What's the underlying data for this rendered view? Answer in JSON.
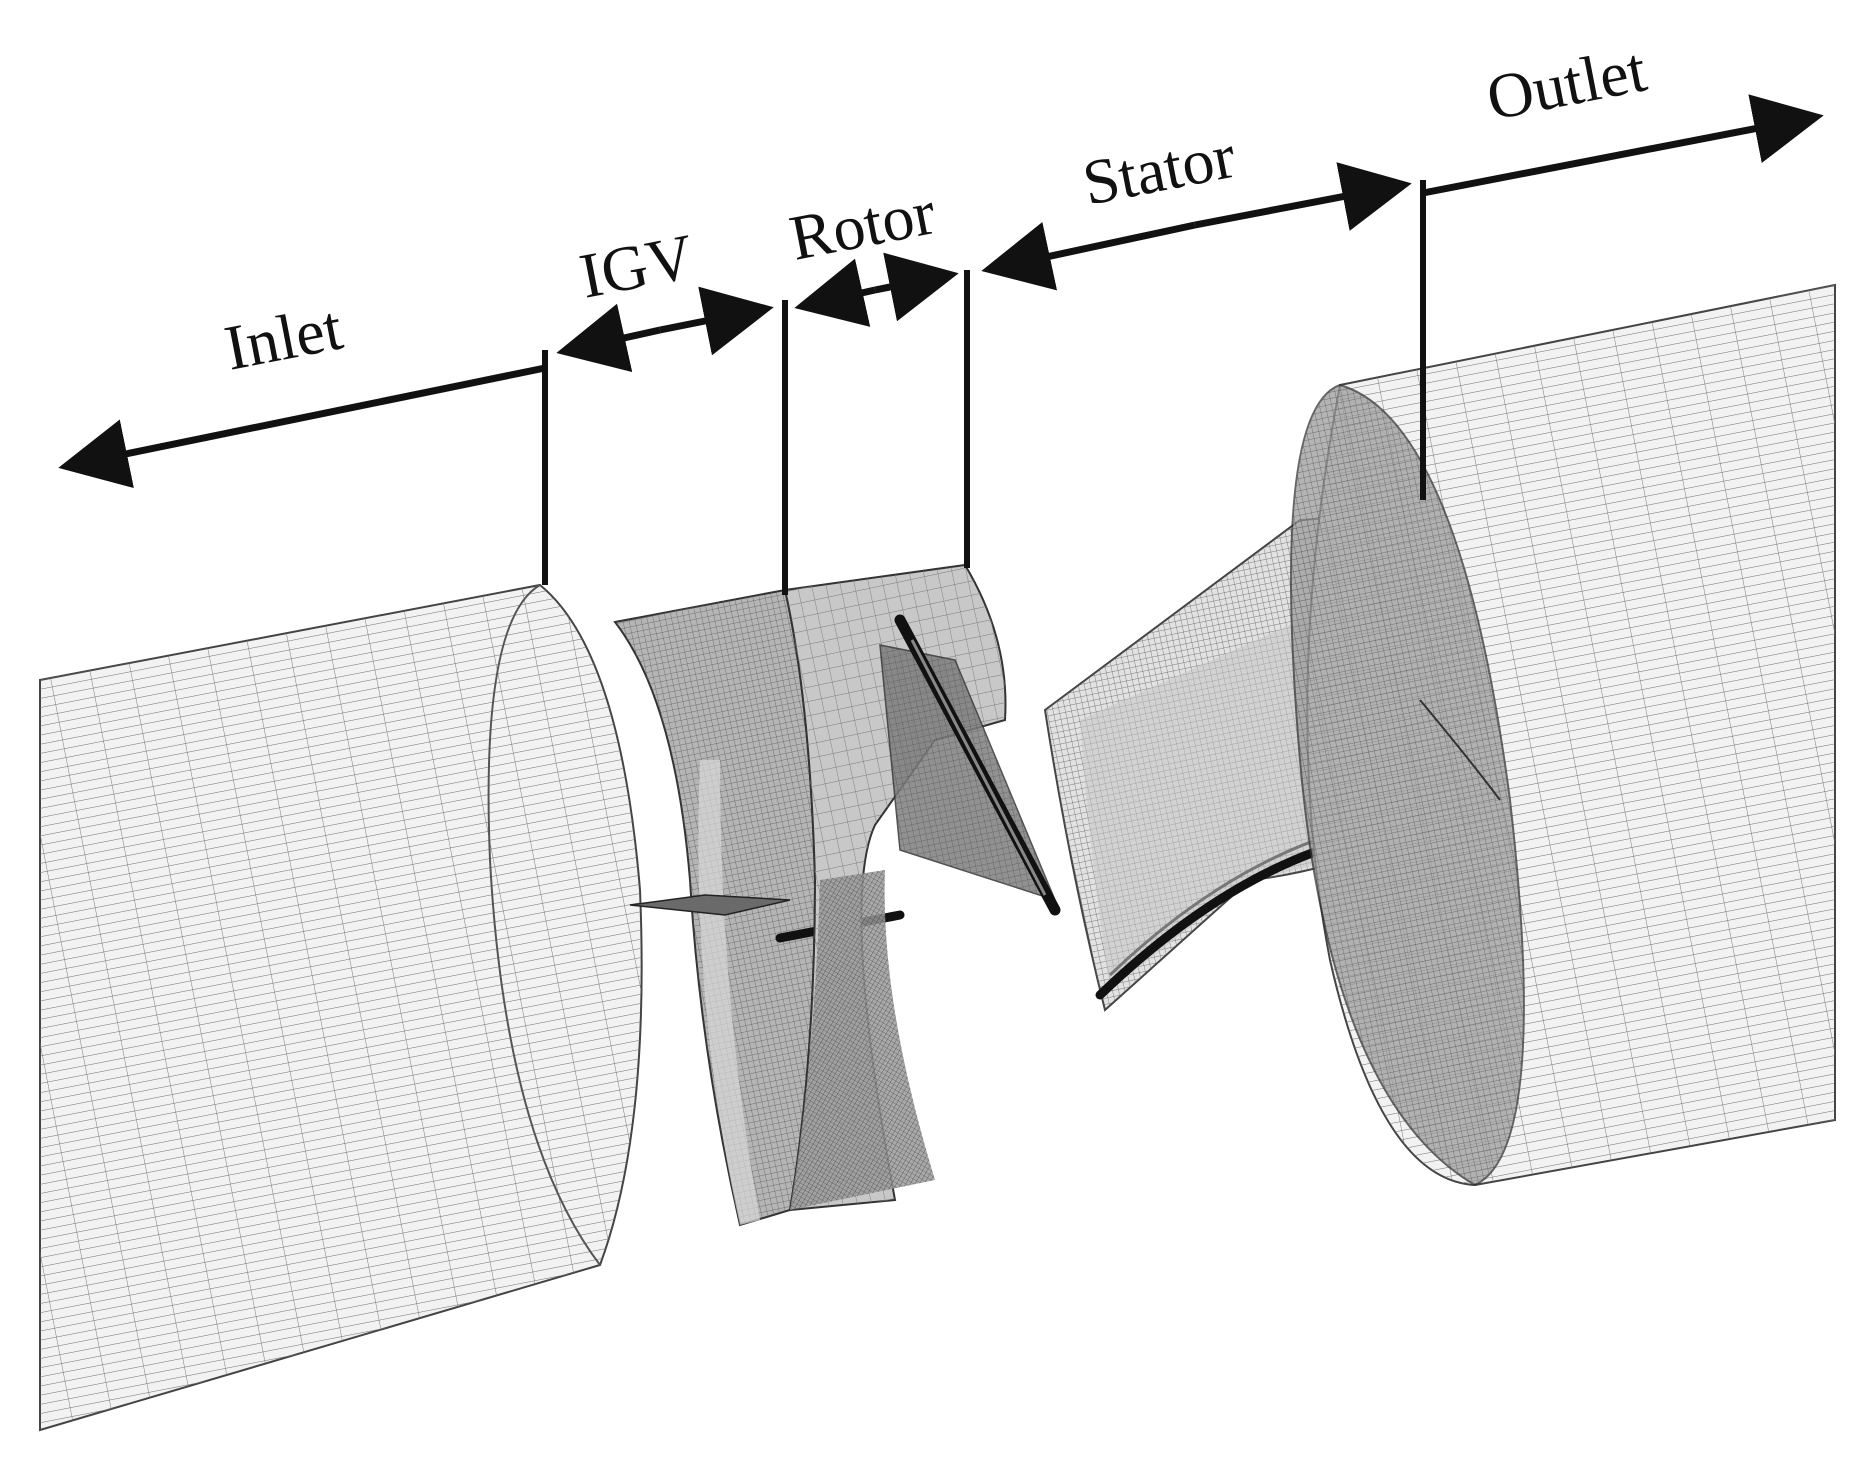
{
  "figure": {
    "labels": {
      "inlet": "Inlet",
      "igv": "IGV",
      "rotor": "Rotor",
      "stator": "Stator",
      "outlet": "Outlet"
    },
    "colors": {
      "background": "#ffffff",
      "ink": "#111111",
      "mesh_line": "#6a6a6a",
      "mesh_fill_light": "#eeeeee",
      "mesh_fill_dark": "#8f8f8f",
      "blade": "#1a1a1a"
    }
  }
}
